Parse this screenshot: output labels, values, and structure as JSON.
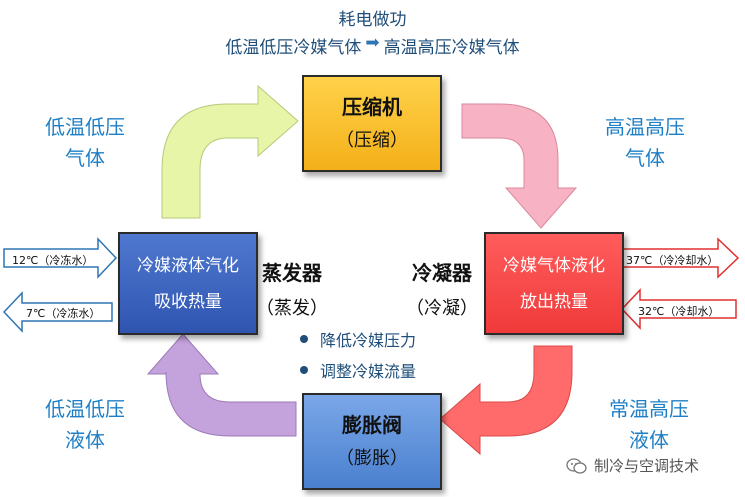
{
  "header": {
    "line1": "耗电做功",
    "line2_left": "低温低压冷媒气体",
    "line2_arrow": "➡",
    "line2_right": "高温高压冷媒气体"
  },
  "boxes": {
    "compressor": {
      "title": "压缩机",
      "subtitle": "（压缩）"
    },
    "expansion": {
      "title": "膨胀阀",
      "subtitle": "（膨胀）"
    },
    "evaporator": {
      "line1": "冷媒液体汽化",
      "line2": "吸收热量"
    },
    "condenser": {
      "line1": "冷媒气体液化",
      "line2": "放出热量"
    }
  },
  "side_titles": {
    "evaporator": {
      "title": "蒸发器",
      "subtitle": "（蒸发）"
    },
    "condenser": {
      "title": "冷凝器",
      "subtitle": "（冷凝）"
    }
  },
  "corner_labels": {
    "top_left": [
      "低温低压",
      "气体"
    ],
    "top_right": [
      "高温高压",
      "气体"
    ],
    "bottom_left": [
      "低温低压",
      "液体"
    ],
    "bottom_right": [
      "常温高压",
      "液体"
    ]
  },
  "bullets": [
    "降低冷媒压力",
    "调整冷媒流量"
  ],
  "water_arrows": {
    "evap_in": "12℃（冷冻水）",
    "evap_out": "7℃（冷冻水）",
    "cond_out": "37℃（冷冷却水）",
    "cond_in": "32℃（冷却水）"
  },
  "watermark": "制冷与空调技术",
  "colors": {
    "compressor": "#f9c12e",
    "expansion": "#5b8ed6",
    "evaporator": "#3c63c0",
    "condenser": "#ff4a4a",
    "arrow_green": "#e6f5a8",
    "arrow_pink": "#f7b2c3",
    "arrow_red": "#ff6b6b",
    "arrow_purple": "#c4a3dd",
    "label_blue": "#1f7fc6"
  }
}
